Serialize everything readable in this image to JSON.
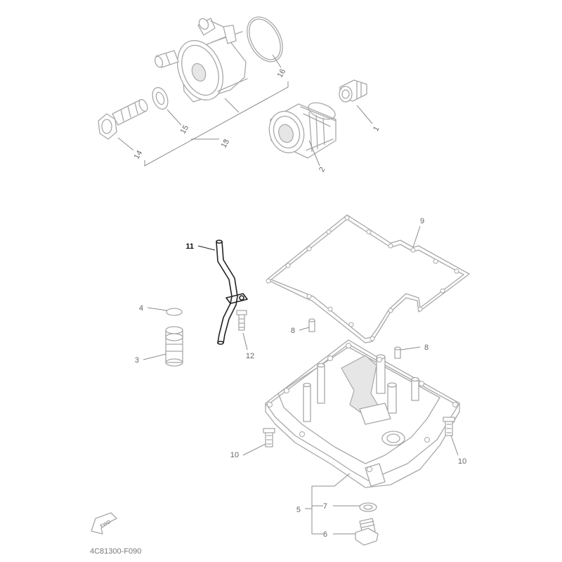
{
  "callouts": {
    "c1": "1",
    "c2": "2",
    "c3": "3",
    "c4": "4",
    "c5": "5",
    "c6": "6",
    "c7": "7",
    "c8a": "8",
    "c8b": "8",
    "c9": "9",
    "c10a": "10",
    "c10b": "10",
    "c11": "11",
    "c12": "12",
    "c13": "13",
    "c14": "14",
    "c15": "15",
    "c16": "16"
  },
  "highlighted_part": "11",
  "fwd_label": "FWD",
  "diagram_code": "4C81300-F090",
  "colors": {
    "line": "#a8a8a8",
    "highlight": "#222222"
  }
}
